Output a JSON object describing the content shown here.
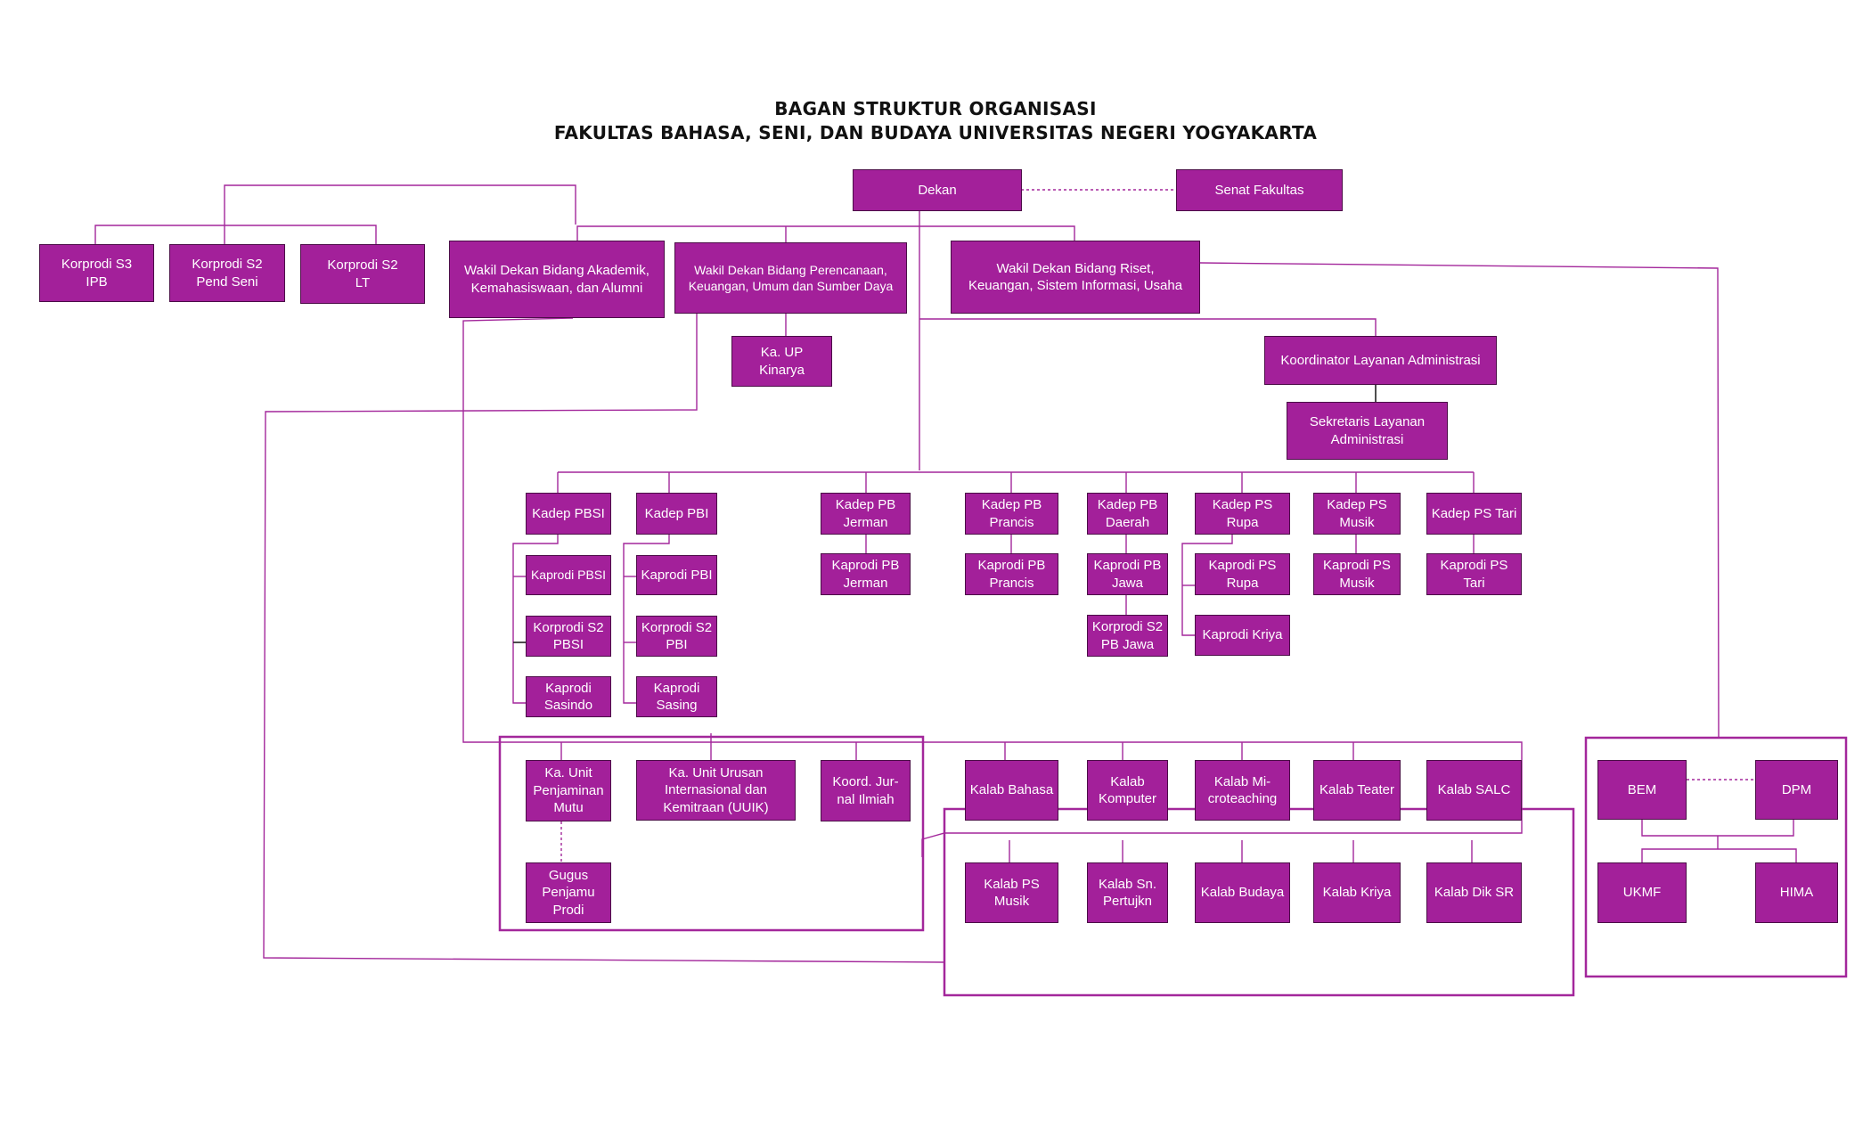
{
  "title": {
    "line1": "BAGAN STRUKTUR ORGANISASI",
    "line2": "FAKULTAS BAHASA, SENI, DAN BUDAYA UNIVERSITAS NEGERI YOGYAKARTA"
  },
  "colors": {
    "box": "#a3209a",
    "line": "#a3279b",
    "text": "#ffffff"
  },
  "nodes": {
    "dekan": "Dekan",
    "senat": "Senat Fakultas",
    "korprodi_s3_ipb": "Korprodi S3\nIPB",
    "korprodi_s2_pendseni": "Korprodi S2\nPend Seni",
    "korprodi_s2_lt": "Korprodi S2\nLT",
    "wd_akademik": "Wakil Dekan Bidang Akademik,\nKemahasiswaan, dan Alumni",
    "wd_perencanaan": "Wakil Dekan Bidang Perencanaan,\nKeuangan, Umum dan Sumber Daya",
    "wd_riset": "Wakil Dekan Bidang Riset,\nKeuangan, Sistem Informasi, Usaha",
    "ka_up_kinarya": "Ka. UP\nKinarya",
    "koord_layanan": "Koordinator Layanan Administrasi",
    "sekretaris_layanan": "Sekretaris Layanan\nAdministrasi",
    "kadep_pbsi": "Kadep PBSI",
    "kadep_pbi": "Kadep PBI",
    "kadep_pb_jerman": "Kadep PB\nJerman",
    "kadep_pb_prancis": "Kadep PB\nPrancis",
    "kadep_pb_daerah": "Kadep PB\nDaerah",
    "kadep_ps_rupa": "Kadep PS\nRupa",
    "kadep_ps_musik": "Kadep PS\nMusik",
    "kadep_ps_tari": "Kadep PS Tari",
    "kaprodi_pbsi": "Kaprodi PBSI",
    "korprodi_s2_pbsi": "Korprodi S2\nPBSI",
    "kaprodi_sasindo": "Kaprodi\nSasindo",
    "kaprodi_pbi": "Kaprodi PBI",
    "korprodi_s2_pbi": "Korprodi S2\nPBI",
    "kaprodi_sasing": "Kaprodi\nSasing",
    "kaprodi_pb_jerman": "Kaprodi PB\nJerman",
    "kaprodi_pb_prancis": "Kaprodi PB\nPrancis",
    "kaprodi_pb_jawa": "Kaprodi PB\nJawa",
    "korprodi_s2_pb_jawa": "Korprodi S2\nPB Jawa",
    "kaprodi_ps_rupa": "Kaprodi PS\nRupa",
    "kaprodi_kriya": "Kaprodi Kriya",
    "kaprodi_ps_musik": "Kaprodi PS\nMusik",
    "kaprodi_ps_tari": "Kaprodi PS\nTari",
    "ka_unit_penjaminan": "Ka. Unit\nPenjaminan\nMutu",
    "gugus_penjamu": "Gugus\nPenjamu\nProdi",
    "ka_unit_uuik": "Ka. Unit Urusan\nInternasional dan\nKemitraan (UUIK)",
    "koord_jurnal": "Koord. Jur-\nnal Ilmiah",
    "kalab_bahasa": "Kalab Bahasa",
    "kalab_komputer": "Kalab\nKomputer",
    "kalab_microteaching": "Kalab Mi-\ncroteaching",
    "kalab_teater": "Kalab Teater",
    "kalab_salc": "Kalab SALC",
    "kalab_ps_musik": "Kalab PS\nMusik",
    "kalab_sn_pertujkn": "Kalab Sn.\nPertujkn",
    "kalab_budaya": "Kalab Budaya",
    "kalab_kriya": "Kalab Kriya",
    "kalab_dik_sr": "Kalab Dik SR",
    "bem": "BEM",
    "dpm": "DPM",
    "ukmf": "UKMF",
    "hima": "HIMA"
  }
}
